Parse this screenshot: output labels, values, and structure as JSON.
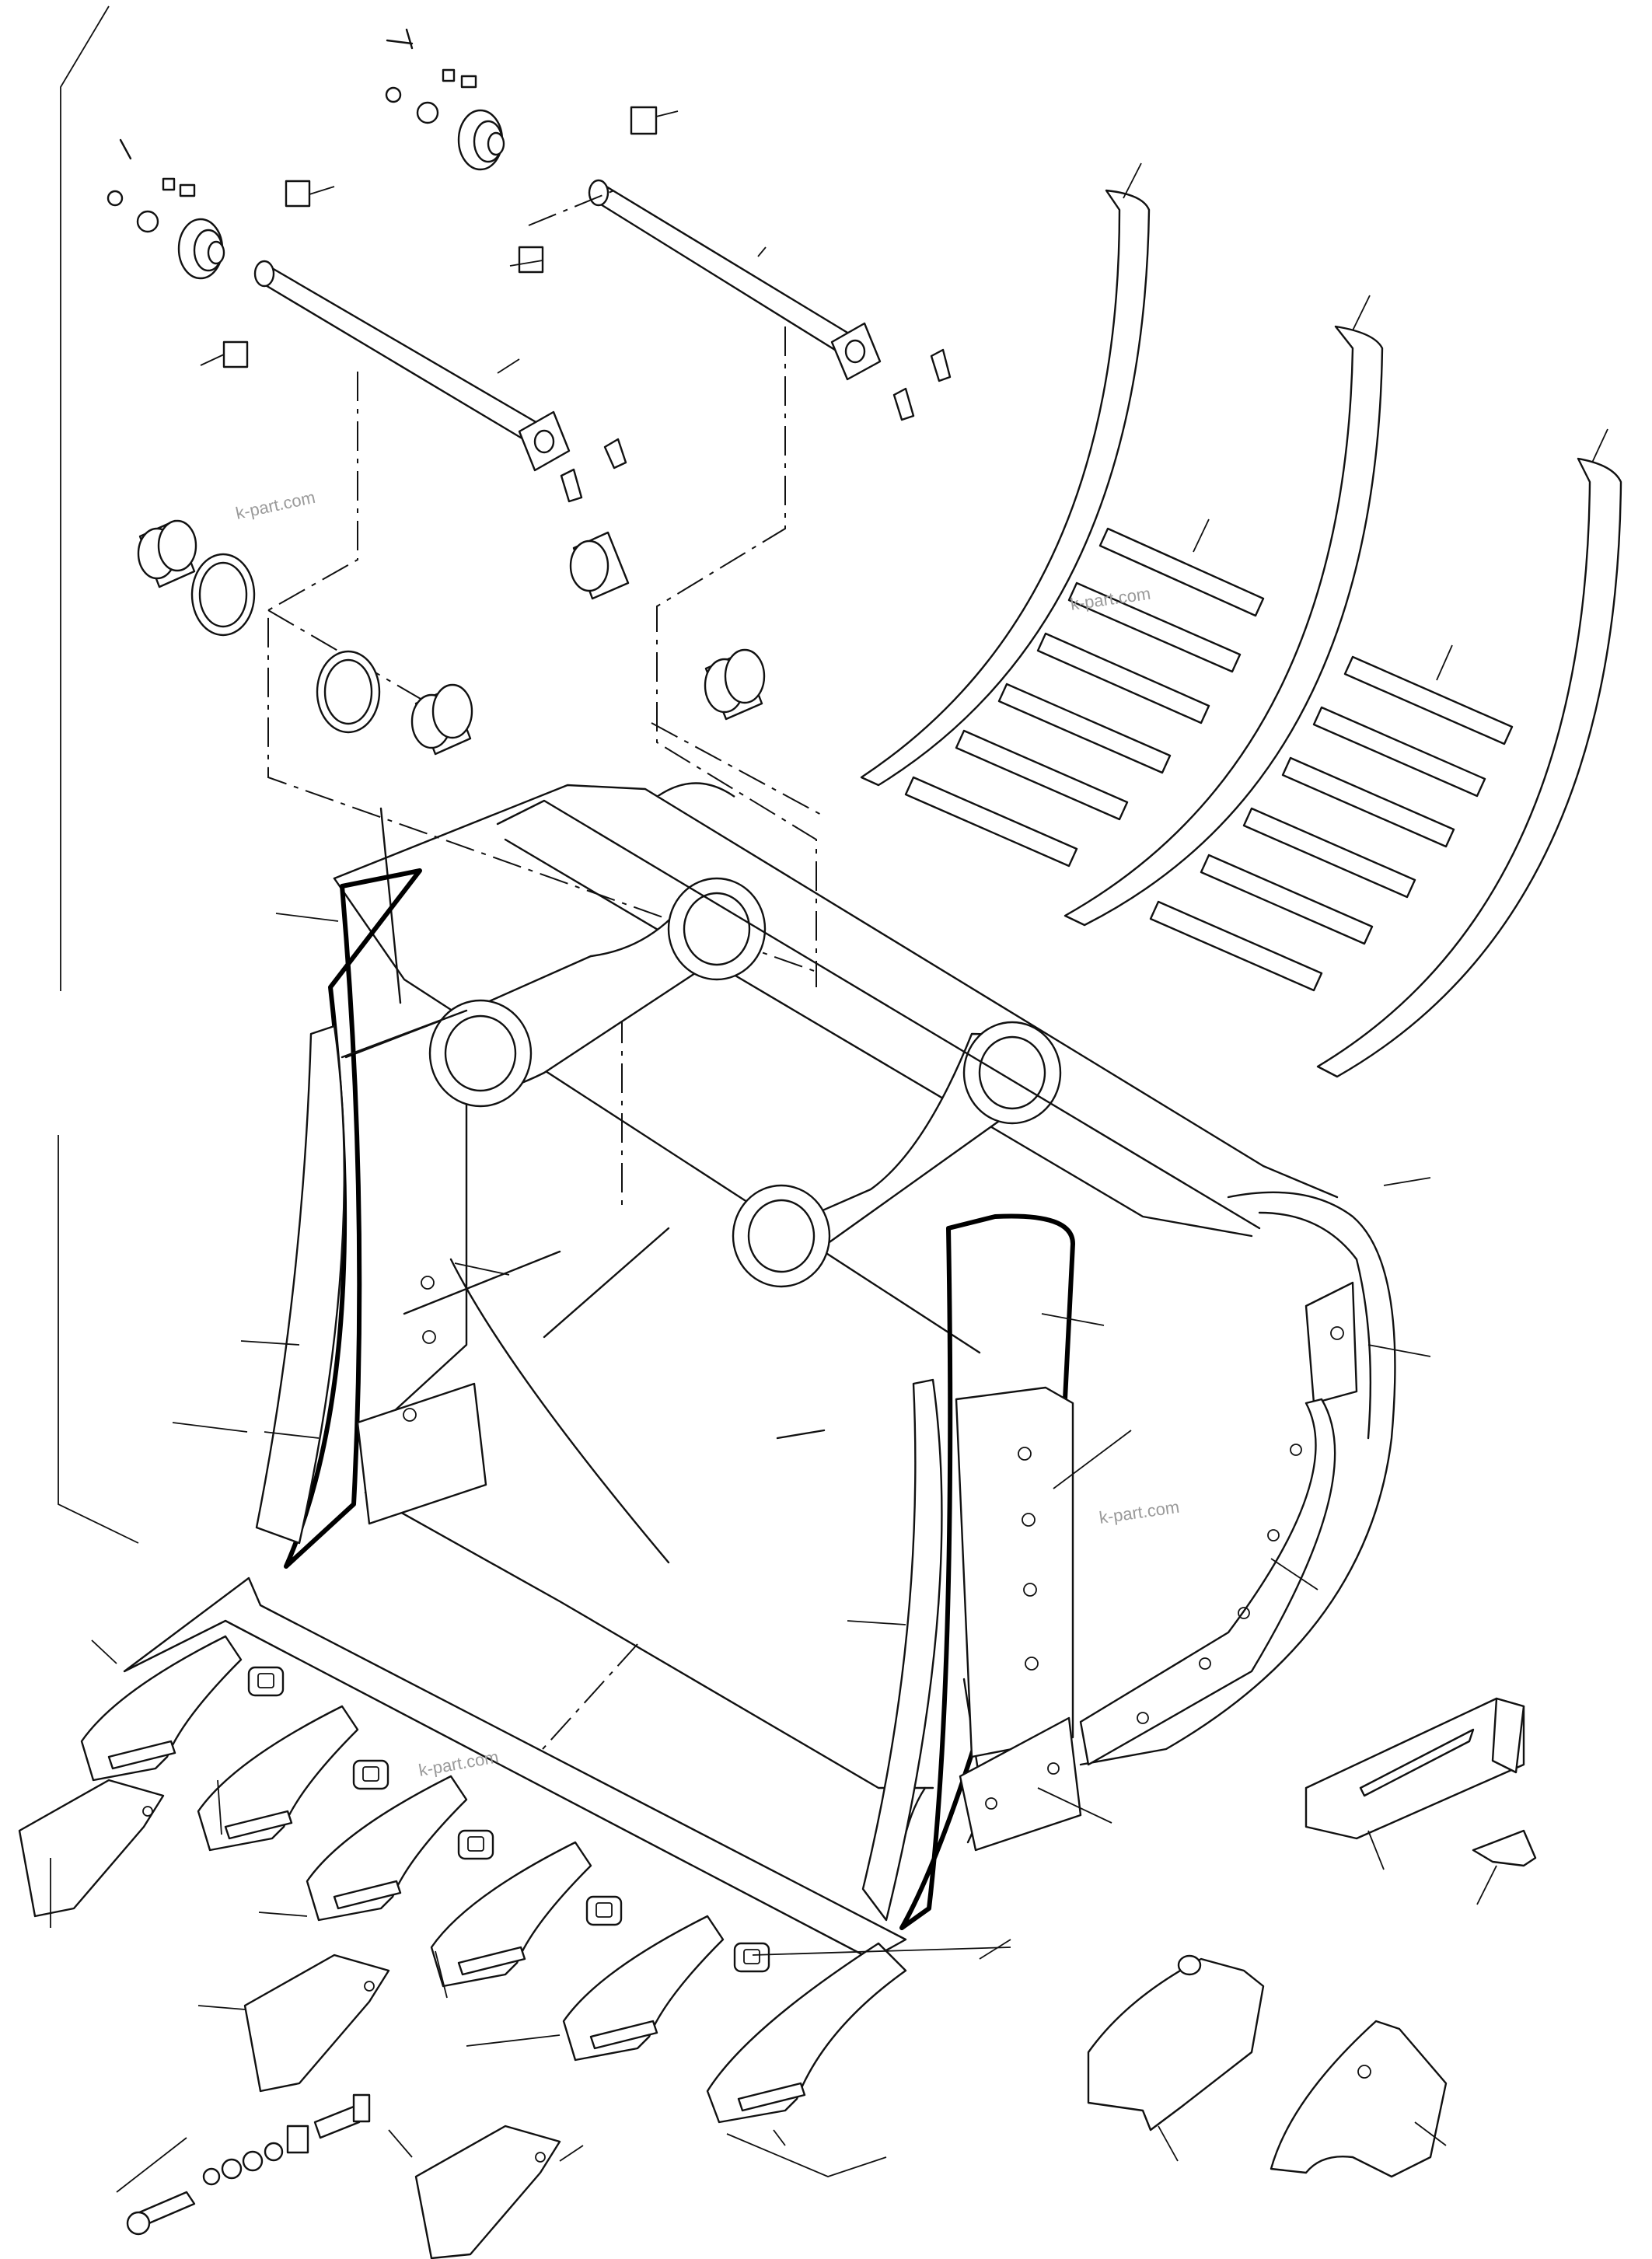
{
  "watermarks": [
    {
      "text": "k-part.com"
    },
    {
      "text": "k-part.com"
    },
    {
      "text": "k-part.com"
    },
    {
      "text": "k-part.com"
    }
  ],
  "colors": {
    "line": "#111111",
    "watermark": "#9a9a9a",
    "background": "#ffffff"
  }
}
